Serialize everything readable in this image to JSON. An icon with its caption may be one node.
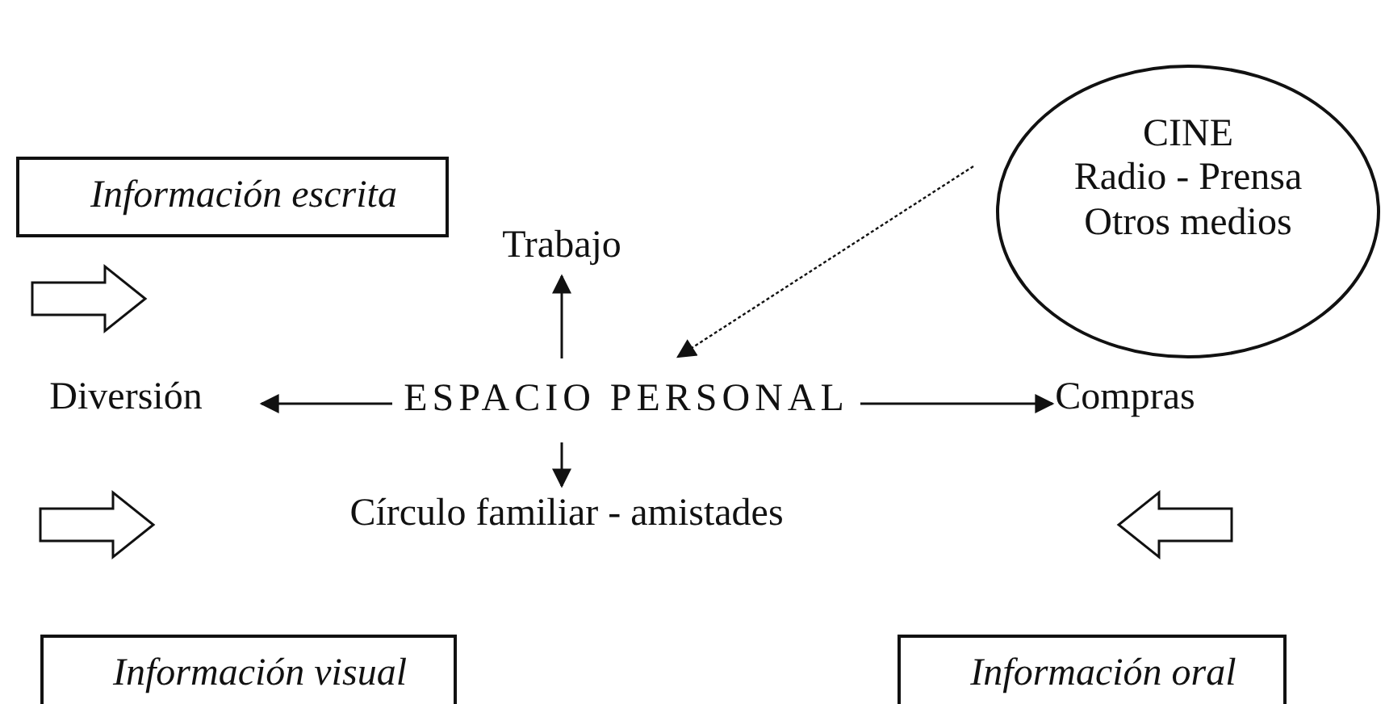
{
  "diagram": {
    "nodes": [
      {
        "text": [
          "Información escrita"
        ]
      },
      {
        "text": [
          "Trabajo"
        ]
      },
      {
        "text": [
          "CINE",
          "Radio - Prensa",
          "Otros medios"
        ]
      },
      {
        "text": [
          "Diversión"
        ]
      },
      {
        "text": [
          "ESPACIO PERSONAL"
        ]
      },
      {
        "text": [
          "Compras"
        ]
      },
      {
        "text": [
          "Círculo familiar - amistades"
        ]
      },
      {
        "text": [
          "Información visual"
        ]
      },
      {
        "text": [
          "Información oral"
        ]
      }
    ],
    "edges": [
      {
        "from": 4,
        "to": 1,
        "arrow": "to"
      },
      {
        "from": 2,
        "to": 4,
        "arrow": "to",
        "style": "dashed"
      },
      {
        "from": 4,
        "to": 3,
        "arrow": "to"
      },
      {
        "from": 4,
        "to": 5,
        "arrow": "to"
      },
      {
        "from": 4,
        "to": 6,
        "arrow": "to"
      }
    ]
  }
}
